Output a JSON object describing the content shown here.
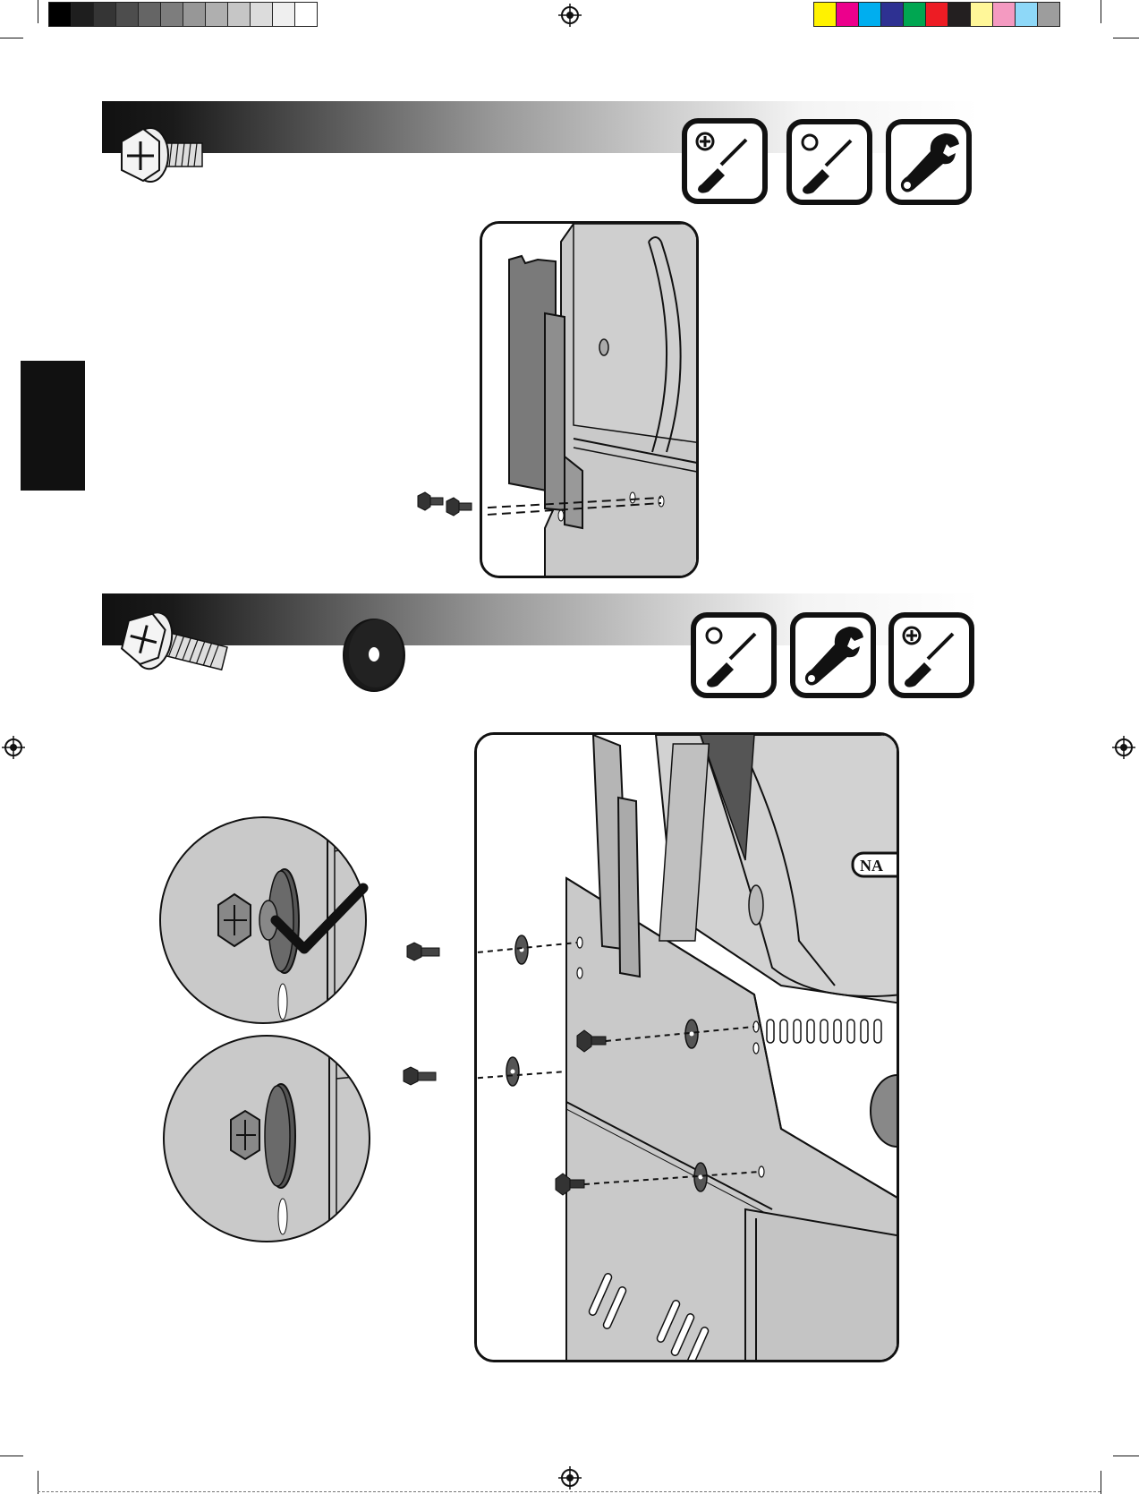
{
  "page": {
    "background": "#ffffff",
    "panel_fill": "#c9c9c9",
    "ink": "#111111"
  },
  "registration": {
    "grayscale_swatches": [
      "#000000",
      "#1e1e1e",
      "#353535",
      "#4d4d4d",
      "#656565",
      "#7d7d7d",
      "#979797",
      "#afafaf",
      "#c6c6c6",
      "#dcdcdc",
      "#efefef",
      "#ffffff"
    ],
    "color_swatches": [
      "#fff200",
      "#ec008c",
      "#00aeef",
      "#2e3192",
      "#00a651",
      "#ed1c24",
      "#231f20",
      "#fff799",
      "#f49ac1",
      "#8ed8f8",
      "#9d9d9d"
    ],
    "target_icon": "crosshair-target-icon"
  },
  "steps": [
    {
      "hardware": [
        {
          "icon": "hex-head-screw-icon"
        }
      ],
      "tools": [
        {
          "icon": "phillips-screwdriver-icon"
        },
        {
          "icon": "flat-screwdriver-icon"
        },
        {
          "icon": "wrench-icon"
        }
      ]
    },
    {
      "hardware": [
        {
          "icon": "hex-head-bolt-icon"
        },
        {
          "icon": "black-spacer-washer-icon"
        }
      ],
      "tools": [
        {
          "icon": "flat-screwdriver-icon"
        },
        {
          "icon": "wrench-icon"
        },
        {
          "icon": "phillips-screwdriver-icon"
        }
      ],
      "callouts": [
        {
          "icon": "checkmark-icon",
          "state": "correct"
        },
        {
          "icon": "none",
          "state": "reference"
        }
      ],
      "brand_badge": "NA"
    }
  ]
}
